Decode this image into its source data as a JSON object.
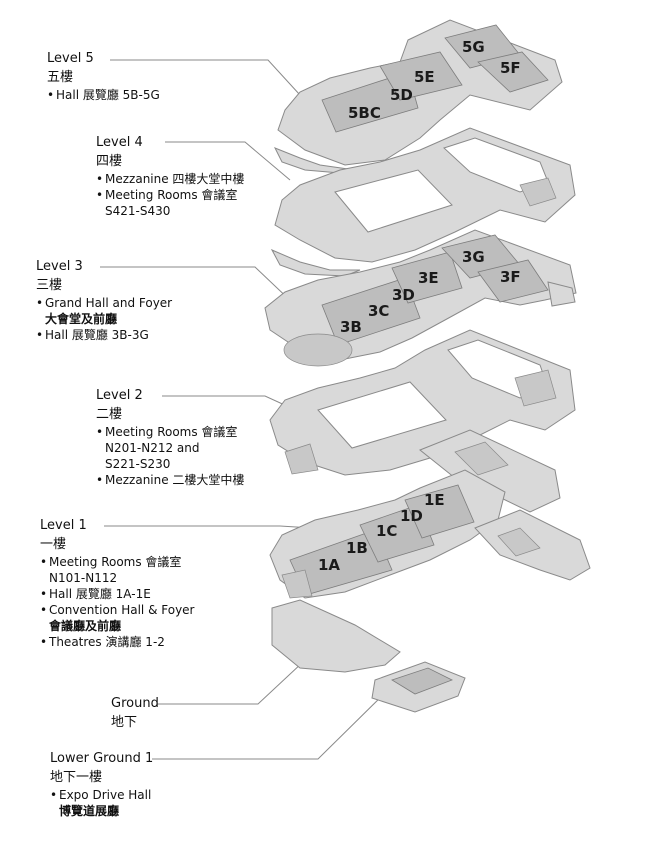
{
  "levels": {
    "level5": {
      "title": "Level 5",
      "title_cn": "五樓",
      "items": [
        {
          "text": "Hall 展覽廳 5B-5G"
        }
      ]
    },
    "level4": {
      "title": "Level 4",
      "title_cn": "四樓",
      "items": [
        {
          "text": "Mezzanine 四樓大堂中樓"
        },
        {
          "text": "Meeting Rooms 會議室",
          "sub": "S421-S430"
        }
      ]
    },
    "level3": {
      "title": "Level 3",
      "title_cn": "三樓",
      "items": [
        {
          "text": "Grand Hall and Foyer",
          "sub": "大會堂及前廳"
        },
        {
          "text": "Hall 展覽廳 3B-3G"
        }
      ]
    },
    "level2": {
      "title": "Level 2",
      "title_cn": "二樓",
      "items": [
        {
          "text": "Meeting Rooms 會議室",
          "sub": "N201-N212 and",
          "sub2": "S221-S230"
        },
        {
          "text": "Mezzanine  二樓大堂中樓"
        }
      ]
    },
    "level1": {
      "title": "Level 1",
      "title_cn": "一樓",
      "items": [
        {
          "text": "Meeting Rooms 會議室",
          "sub": "N101-N112"
        },
        {
          "text": "Hall 展覽廳 1A-1E"
        },
        {
          "text": "Convention Hall & Foyer",
          "sub": "會議廳及前廳"
        },
        {
          "text": "Theatres 演講廳 1-2"
        }
      ]
    },
    "ground": {
      "title": "Ground",
      "title_cn": "地下"
    },
    "lower_ground": {
      "title": "Lower Ground 1",
      "title_cn": "地下一樓",
      "items": [
        {
          "text": "Expo Drive Hall",
          "sub": "博覽道展廳"
        }
      ]
    }
  },
  "hall_labels": {
    "l5": [
      "5BC",
      "5D",
      "5E",
      "5F",
      "5G"
    ],
    "l3": [
      "3B",
      "3C",
      "3D",
      "3E",
      "3F",
      "3G"
    ],
    "l1": [
      "1A",
      "1B",
      "1C",
      "1D",
      "1E"
    ]
  },
  "colors": {
    "floor": "#d9d9d9",
    "hall": "#bdbdbd",
    "outline": "#8a8a8a"
  }
}
